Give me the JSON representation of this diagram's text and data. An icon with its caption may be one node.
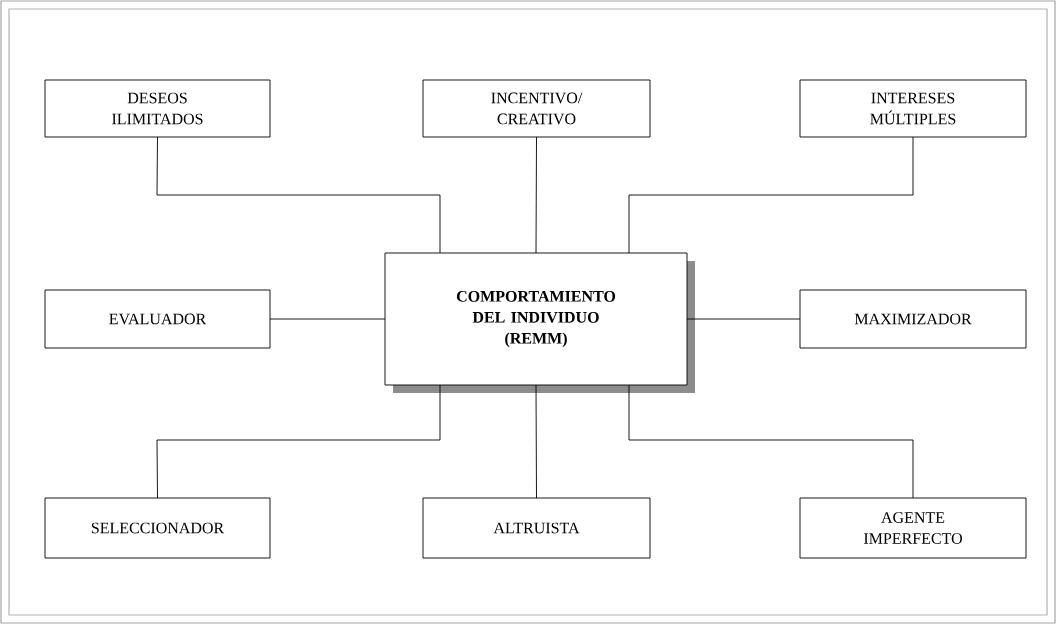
{
  "diagram": {
    "nodes": [
      {
        "text": [
          "COMPORTAMIENTO DEL INDIVIDUO (REMM)"
        ]
      },
      {
        "text": [
          "DESEOS ILIMITADOS"
        ]
      },
      {
        "text": [
          "INCENTIVO/ CREATIVO"
        ]
      },
      {
        "text": [
          "INTERESES MÚLTIPLES"
        ]
      },
      {
        "text": [
          "EVALUADOR"
        ]
      },
      {
        "text": [
          "MAXIMIZADOR"
        ]
      },
      {
        "text": [
          "SELECCIONADOR"
        ]
      },
      {
        "text": [
          "ALTRUISTA"
        ]
      },
      {
        "text": [
          "AGENTE IMPERFECTO"
        ]
      }
    ],
    "edges": [
      {
        "from": 0,
        "to": 1,
        "arrow": "none"
      },
      {
        "from": 0,
        "to": 2,
        "arrow": "none"
      },
      {
        "from": 0,
        "to": 3,
        "arrow": "none"
      },
      {
        "from": 0,
        "to": 4,
        "arrow": "none"
      },
      {
        "from": 0,
        "to": 5,
        "arrow": "none"
      },
      {
        "from": 0,
        "to": 6,
        "arrow": "none"
      },
      {
        "from": 0,
        "to": 7,
        "arrow": "none"
      },
      {
        "from": 0,
        "to": 8,
        "arrow": "none"
      }
    ]
  }
}
